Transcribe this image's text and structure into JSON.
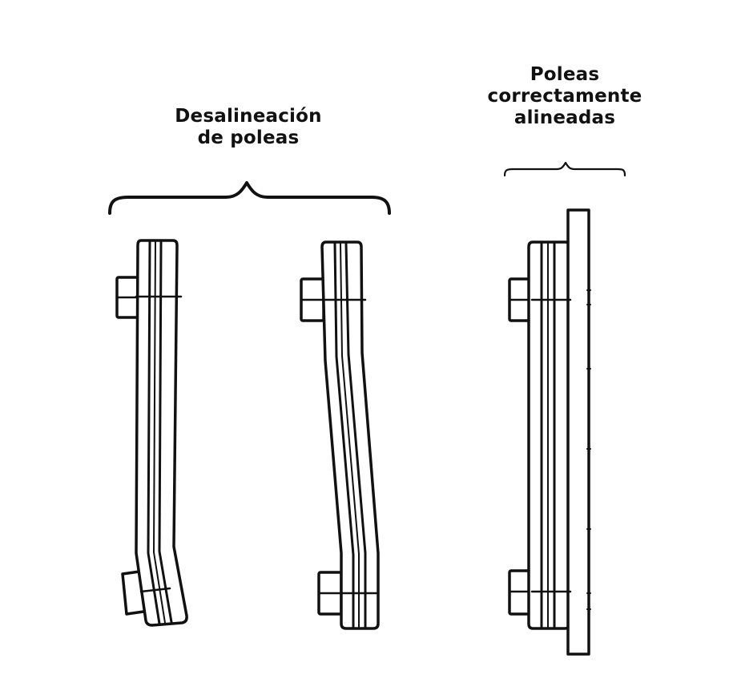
{
  "labels": {
    "misaligned": {
      "line1": "Desalineación",
      "line2": "de poleas"
    },
    "aligned": {
      "line1": "Poleas",
      "line2": "correctamente",
      "line3": "alineadas"
    }
  },
  "colors": {
    "ink": "#111111",
    "background": "#ffffff"
  }
}
